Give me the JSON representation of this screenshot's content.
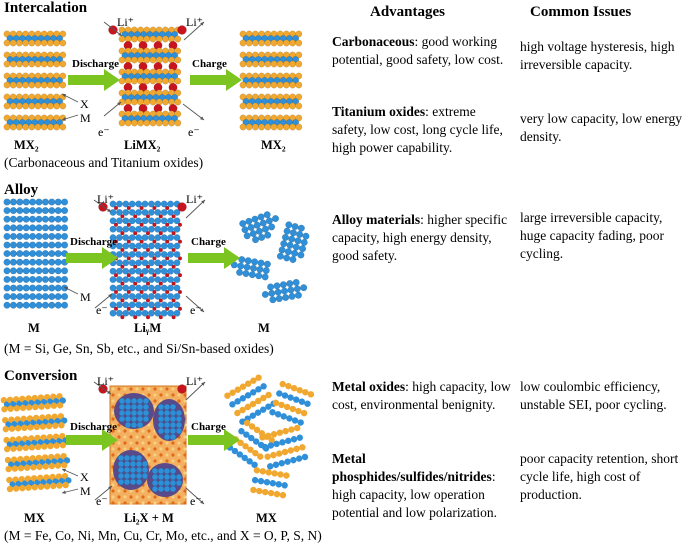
{
  "headers": {
    "advantages": "Advantages",
    "issues": "Common Issues"
  },
  "intercalation": {
    "title": "Intercalation",
    "li1": "Li⁺",
    "li2": "Li⁺",
    "discharge": "Discharge",
    "charge": "Charge",
    "x": "X",
    "m": "M",
    "e1": "e⁻",
    "e2": "e⁻",
    "left_label": "MX₂",
    "mid_label": "LiMX₂",
    "right_label": "MX₂",
    "caption": "(Carbonaceous and Titanium oxides)",
    "adv1_name": "Carbonaceous",
    "adv1_text": ": good working potential, good safety, low cost.",
    "adv2_name": "Titanium oxides",
    "adv2_text": ": extreme safety, low cost, long cycle life, high power capability.",
    "issue1": "high voltage hysteresis, high irreversible capacity.",
    "issue2": "very low capacity, low energy density."
  },
  "alloy": {
    "title": "Alloy",
    "li1": "Li⁺",
    "li2": "Li⁺",
    "discharge": "Discharge",
    "charge": "Charge",
    "m": "M",
    "e1": "e⁻",
    "e2": "e⁻",
    "left_label": "M",
    "mid_label": "LiᵧM",
    "right_label": "M",
    "caption": "(M = Si, Ge, Sn, Sb, etc., and Si/Sn-based oxides)",
    "adv1_name": "Alloy materials",
    "adv1_text": ": higher specific capacity, high energy density, good safety.",
    "issue1": "large irreversible capacity, huge capacity fading, poor cycling."
  },
  "conversion": {
    "title": "Conversion",
    "li1": "Li⁺",
    "li2": "Li⁺",
    "discharge": "Discharge",
    "charge": "Charge",
    "x": "X",
    "m": "M",
    "e1": "e⁻",
    "e2": "e⁻",
    "left_label": "MX",
    "mid_label": "Li₂X + M",
    "right_label": "MX",
    "caption": "(M = Fe, Co, Ni, Mn, Cu, Cr, Mo, etc., and X = O, P, S, N)",
    "adv1_name": "Metal oxides",
    "adv1_text": ": high capacity, low cost, environmental benignity.",
    "adv2_name": "Metal phosphides/sulfides/nitrides",
    "adv2_text": ": high capacity, low operation potential and low polarization.",
    "issue1": "low coulombic efficiency, unstable SEI, poor cycling.",
    "issue2": "poor capacity retention, short cycle life, high cost of production."
  },
  "colors": {
    "orange": "#f0a830",
    "blue": "#2f8fd8",
    "red": "#c8141e",
    "green": "#7cc520"
  }
}
